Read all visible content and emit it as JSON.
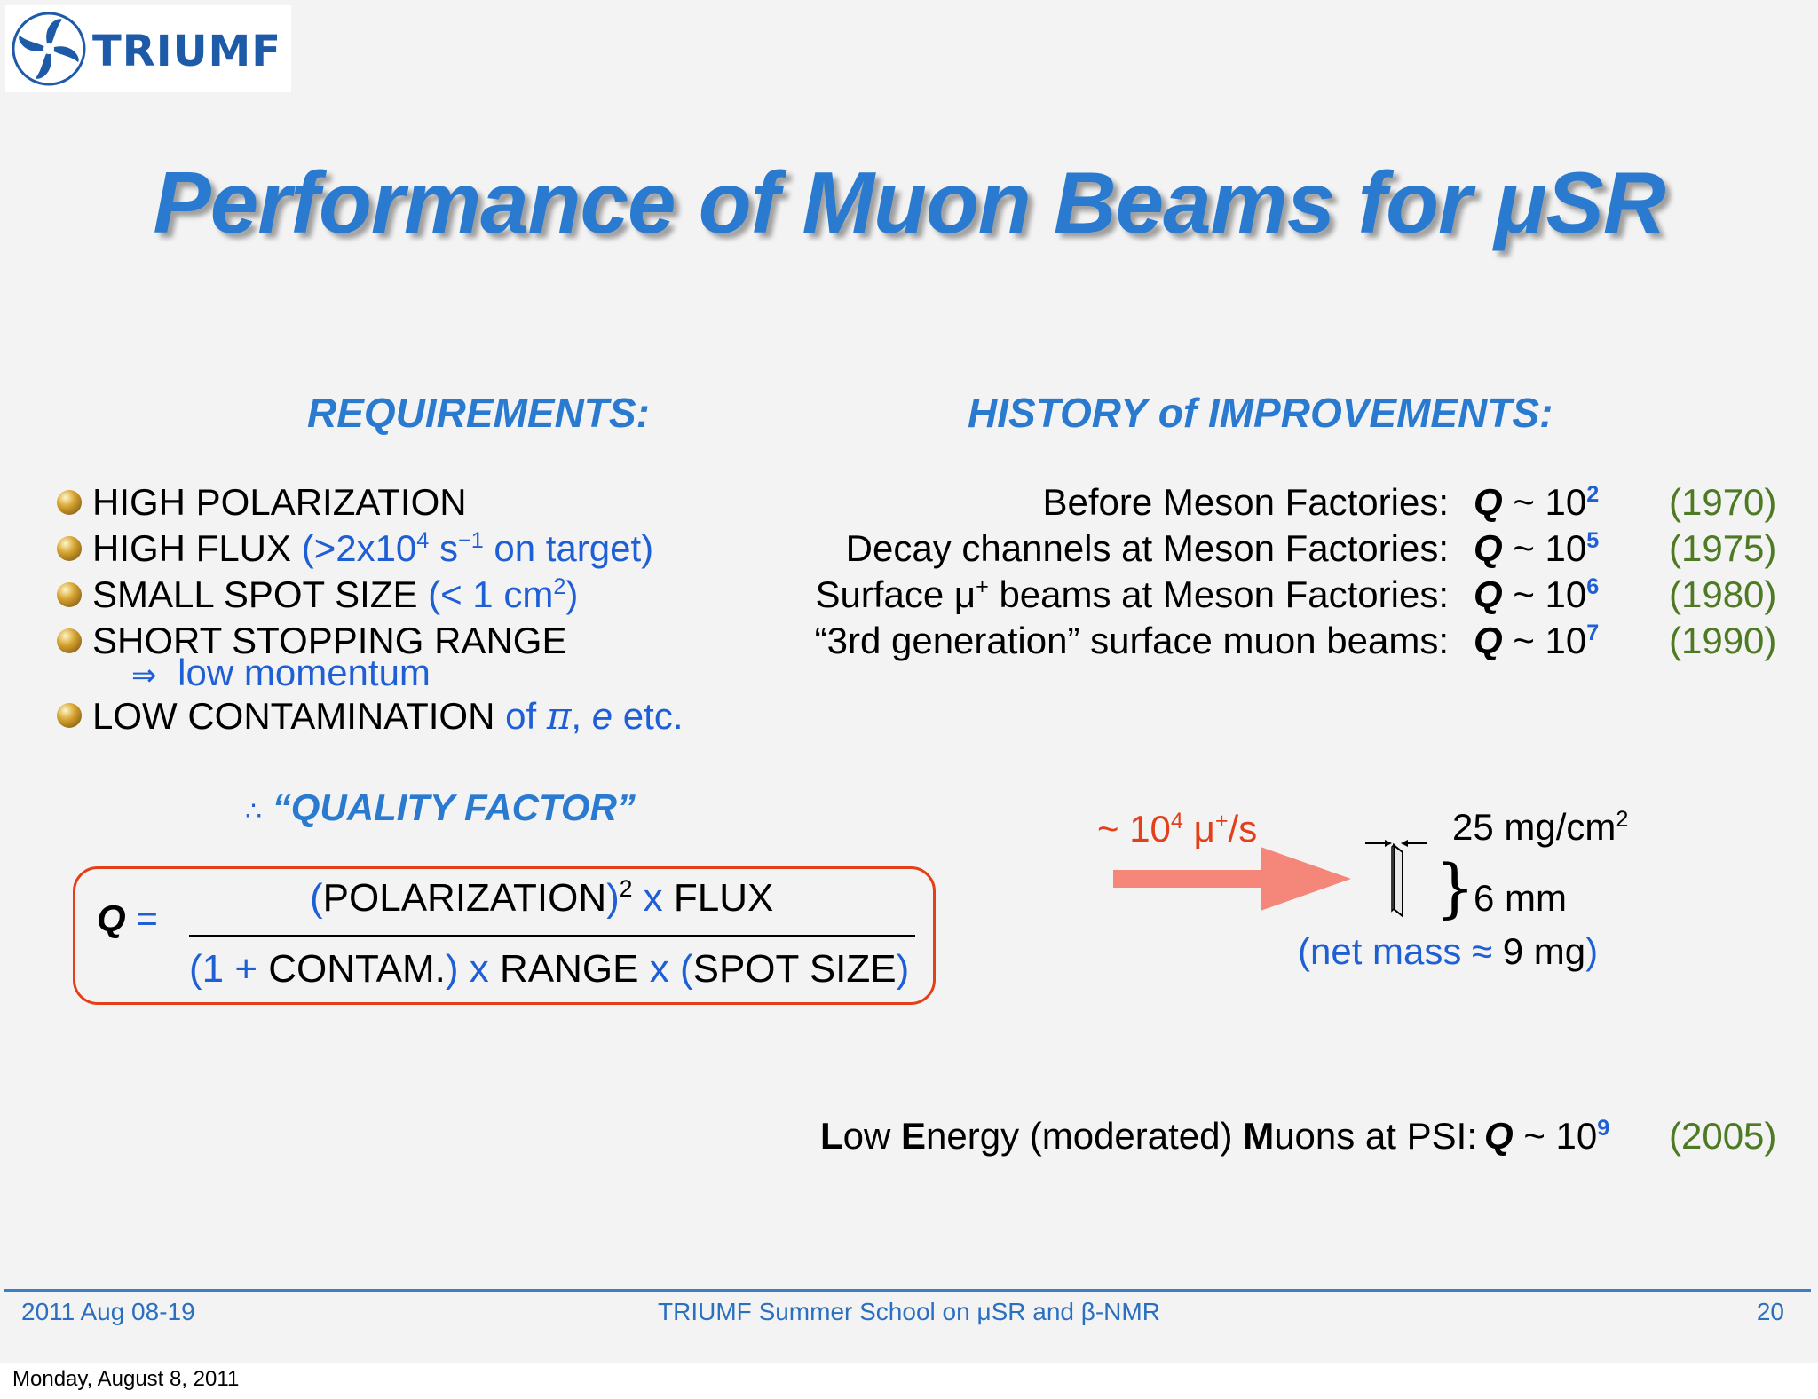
{
  "logo": {
    "text": "TRIUMF",
    "brand_color": "#1d5aa8"
  },
  "title": "Performance of Muon Beams for μSR",
  "requirements": {
    "heading": "REQUIREMENTS:",
    "items": [
      {
        "main": "HIGH POLARIZATION"
      },
      {
        "main": "HIGH FLUX ",
        "detail_a": "(>2x10",
        "sup1": "4",
        "detail_b": " s",
        "sup2": "−1",
        "detail_c": " on target)"
      },
      {
        "main": "SMALL SPOT SIZE ",
        "detail_a": "(< 1 cm",
        "sup1": "2",
        "detail_b": ")"
      },
      {
        "main": "SHORT STOPPING RANGE",
        "sub_arrow": "⇒",
        "sub": "low momentum"
      },
      {
        "main": "LOW CONTAMINATION ",
        "detail_a": "of ",
        "pi": "π",
        "comma": ", ",
        "e": "e",
        "detail_b": " etc."
      }
    ]
  },
  "quality_factor": {
    "therefore": "∴",
    "label": "“QUALITY FACTOR”",
    "q": "Q",
    "eq": " =",
    "numerator": {
      "p1": "(",
      "polarization": "POLARIZATION",
      "p2": ")",
      "sup": "2",
      "x": " x ",
      "flux": "FLUX"
    },
    "denominator": {
      "p1": "(1 + ",
      "contam": "CONTAM.",
      "p2": ")",
      "x1": " x ",
      "range": "RANGE",
      "x2": " x ",
      "p3": "(",
      "spot": "SPOT SIZE",
      "p4": ")"
    }
  },
  "history": {
    "heading": "HISTORY of IMPROVEMENTS:",
    "rows": [
      {
        "label": "Before Meson Factories:",
        "q": "Q",
        "tilde": " ~ 10",
        "exp": "2",
        "year": "(1970)"
      },
      {
        "label": "Decay channels at Meson Factories:",
        "q": "Q",
        "tilde": " ~ 10",
        "exp": "5",
        "year": "(1975)"
      },
      {
        "label_a": "Surface μ",
        "label_sup": "+",
        "label_b": " beams at Meson Factories:",
        "q": "Q",
        "tilde": " ~ 10",
        "exp": "6",
        "year": "(1980)"
      },
      {
        "label": "“3rd generation” surface muon beams:",
        "q": "Q",
        "tilde": " ~ 10",
        "exp": "7",
        "year": "(1990)"
      }
    ],
    "lem": {
      "L": "L",
      "ow": "ow ",
      "E": "E",
      "nergy": "nergy (moderated) ",
      "M": "M",
      "uons": "uons at PSI:",
      "q": "Q",
      "tilde": " ~ 10",
      "exp": "9",
      "year": "(2005)"
    }
  },
  "target_diagram": {
    "rate_a": "~ 10",
    "rate_sup": "4",
    "rate_b": " μ",
    "rate_sup2": "+",
    "rate_c": "/s",
    "thickness_a": "25 mg/cm",
    "thickness_sup": "2",
    "brace": "}",
    "size": "6 mm",
    "mass_a": "(net mass ≈ ",
    "mass_b": "9 mg",
    "mass_c": ")",
    "arrow_color": "#f4877a"
  },
  "footer": {
    "date": "2011 Aug 08-19",
    "center": "TRIUMF Summer School on μSR and β-NMR",
    "page": "20"
  },
  "caption": "Monday, August 8, 2011"
}
